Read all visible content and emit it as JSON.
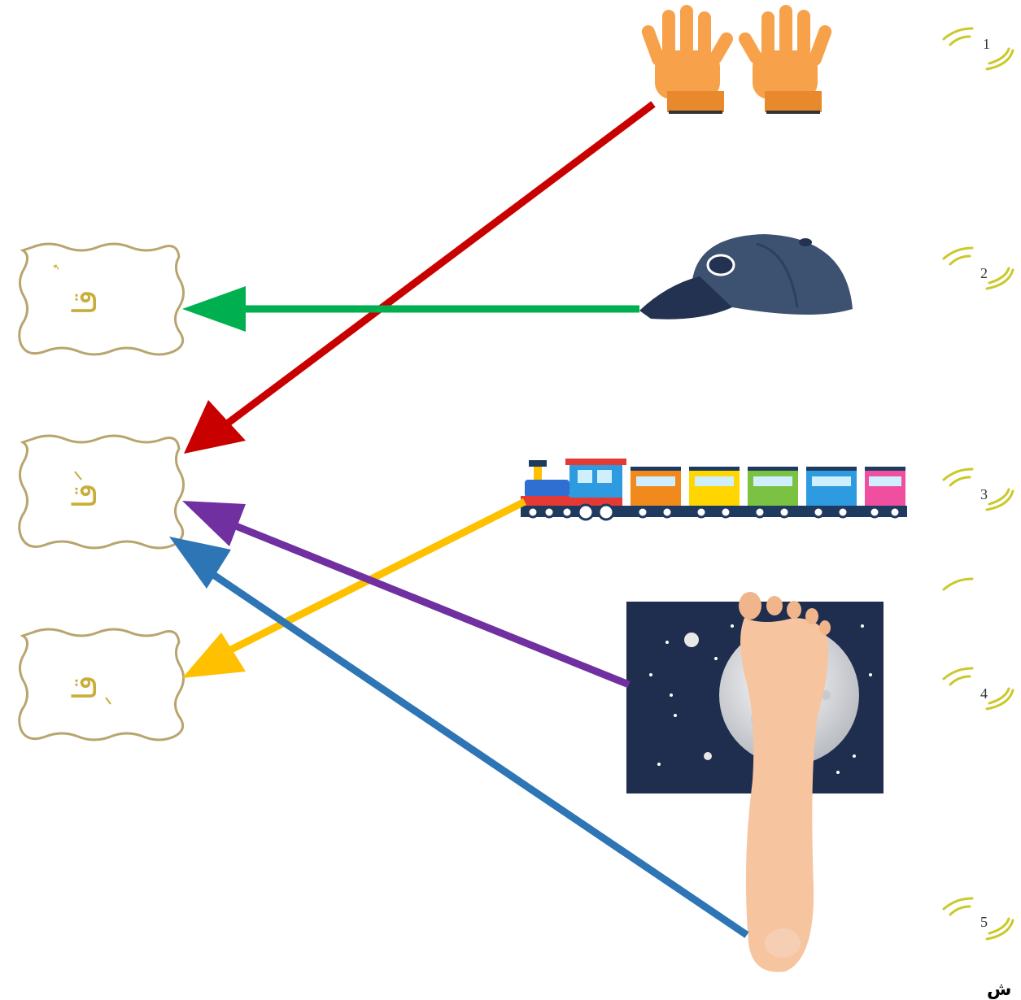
{
  "frames": [
    {
      "id": "frame-1",
      "label": "قا",
      "mark": "dammah"
    },
    {
      "id": "frame-2",
      "label": "قا",
      "mark": "fatha"
    },
    {
      "id": "frame-3",
      "label": "قا",
      "mark": "kasra"
    }
  ],
  "items": [
    {
      "number": "1",
      "picture": "gloves"
    },
    {
      "number": "2",
      "picture": "cap"
    },
    {
      "number": "3",
      "picture": "train"
    },
    {
      "number": "4",
      "picture": "moon-in-night-sky"
    },
    {
      "number": "5",
      "picture": "foot"
    }
  ],
  "arrows": [
    {
      "from_item": "1",
      "to_frame": "frame-2",
      "color": "#c80000"
    },
    {
      "from_item": "2",
      "to_frame": "frame-1",
      "color": "#00b050"
    },
    {
      "from_item": "3",
      "to_frame": "frame-3",
      "color": "#ffc000"
    },
    {
      "from_item": "4",
      "to_frame": "frame-2",
      "color": "#7030a0"
    },
    {
      "from_item": "5",
      "to_frame": "frame-2",
      "color": "#2e75b6"
    }
  ],
  "colors": {
    "frame_border": "#b8a56e",
    "letter": "#c9ad3a",
    "sound_icon": "#c9c92a"
  },
  "bottom_mark": "ش"
}
